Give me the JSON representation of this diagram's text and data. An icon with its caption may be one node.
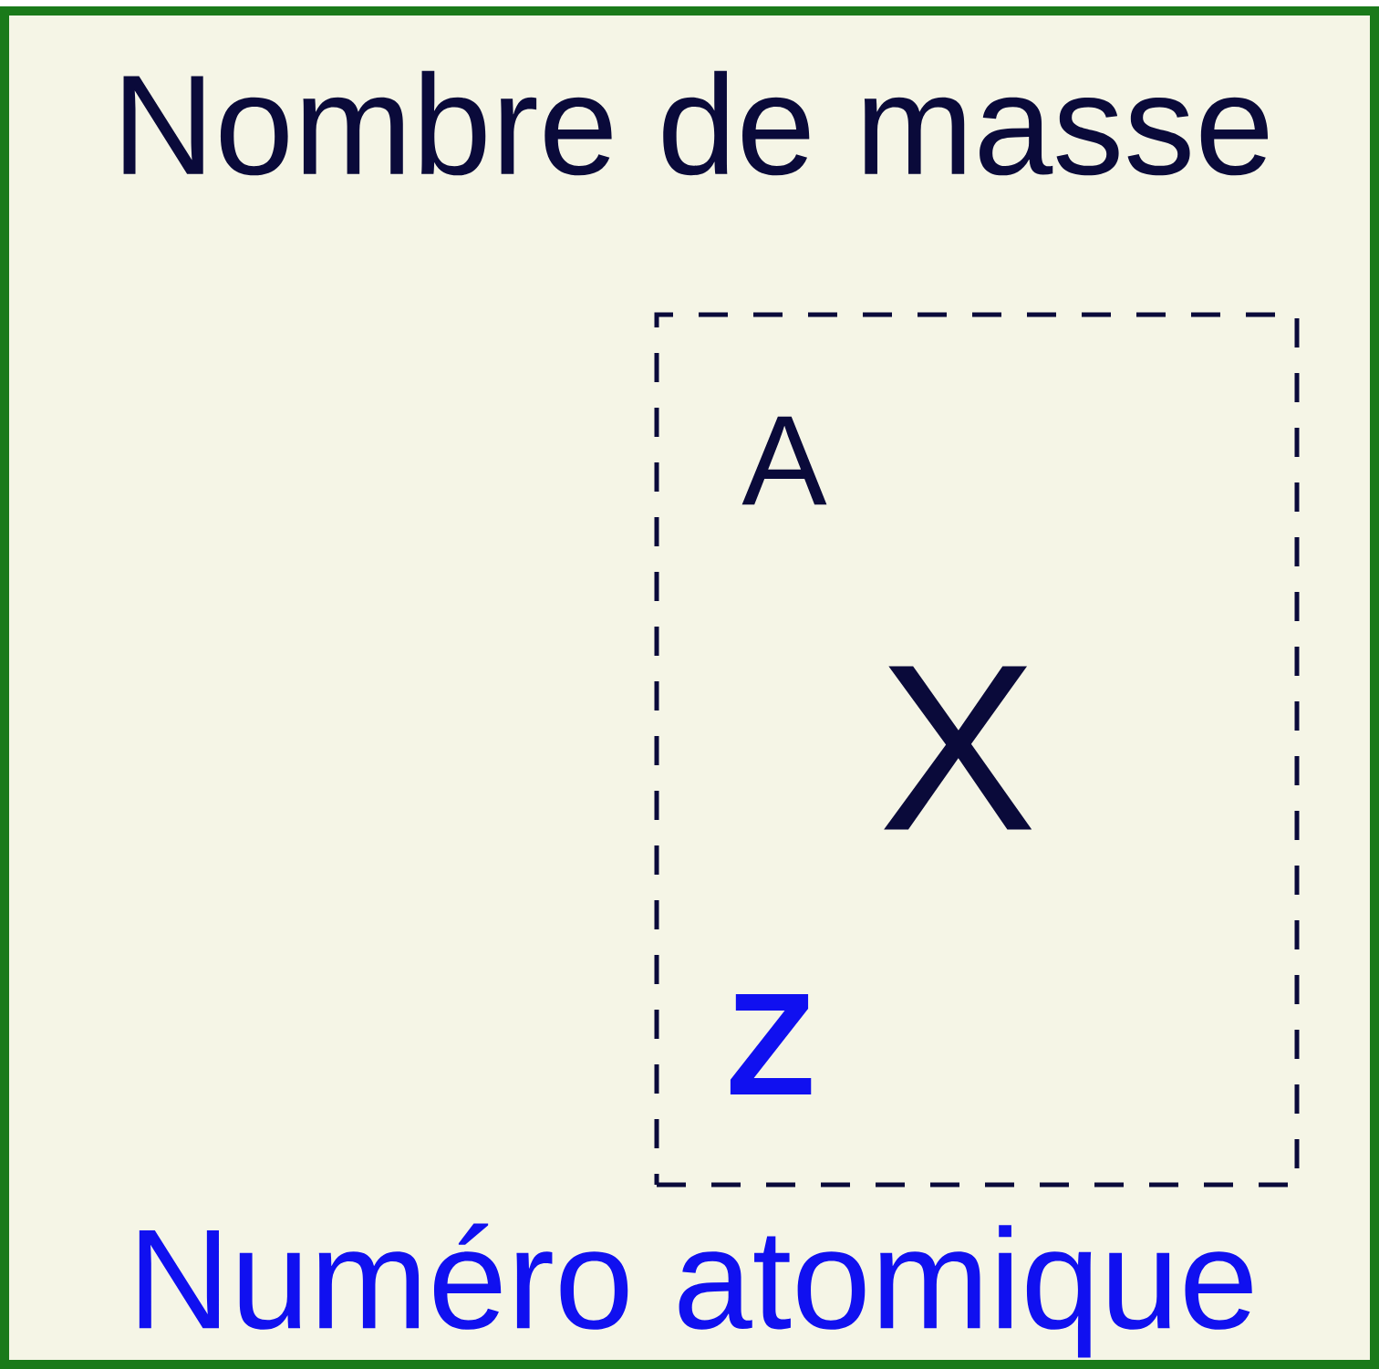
{
  "diagram": {
    "nodes": [
      {
        "text": [
          "A",
          "X",
          "Z"
        ]
      }
    ],
    "labels": [
      "Nombre de masse",
      "Numéro atomique"
    ]
  }
}
